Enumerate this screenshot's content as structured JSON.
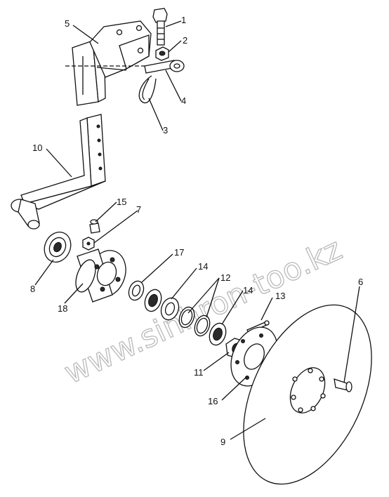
{
  "watermark": "www.sinhron-too.kz",
  "callouts": {
    "c1": "1",
    "c2": "2",
    "c3": "3",
    "c4": "4",
    "c5": "5",
    "c6": "6",
    "c7": "7",
    "c8": "8",
    "c9": "9",
    "c10": "10",
    "c11": "11",
    "c12": "12",
    "c13": "13",
    "c14a": "14",
    "c14b": "14",
    "c15": "15",
    "c16": "16",
    "c17": "17",
    "c18": "18"
  }
}
